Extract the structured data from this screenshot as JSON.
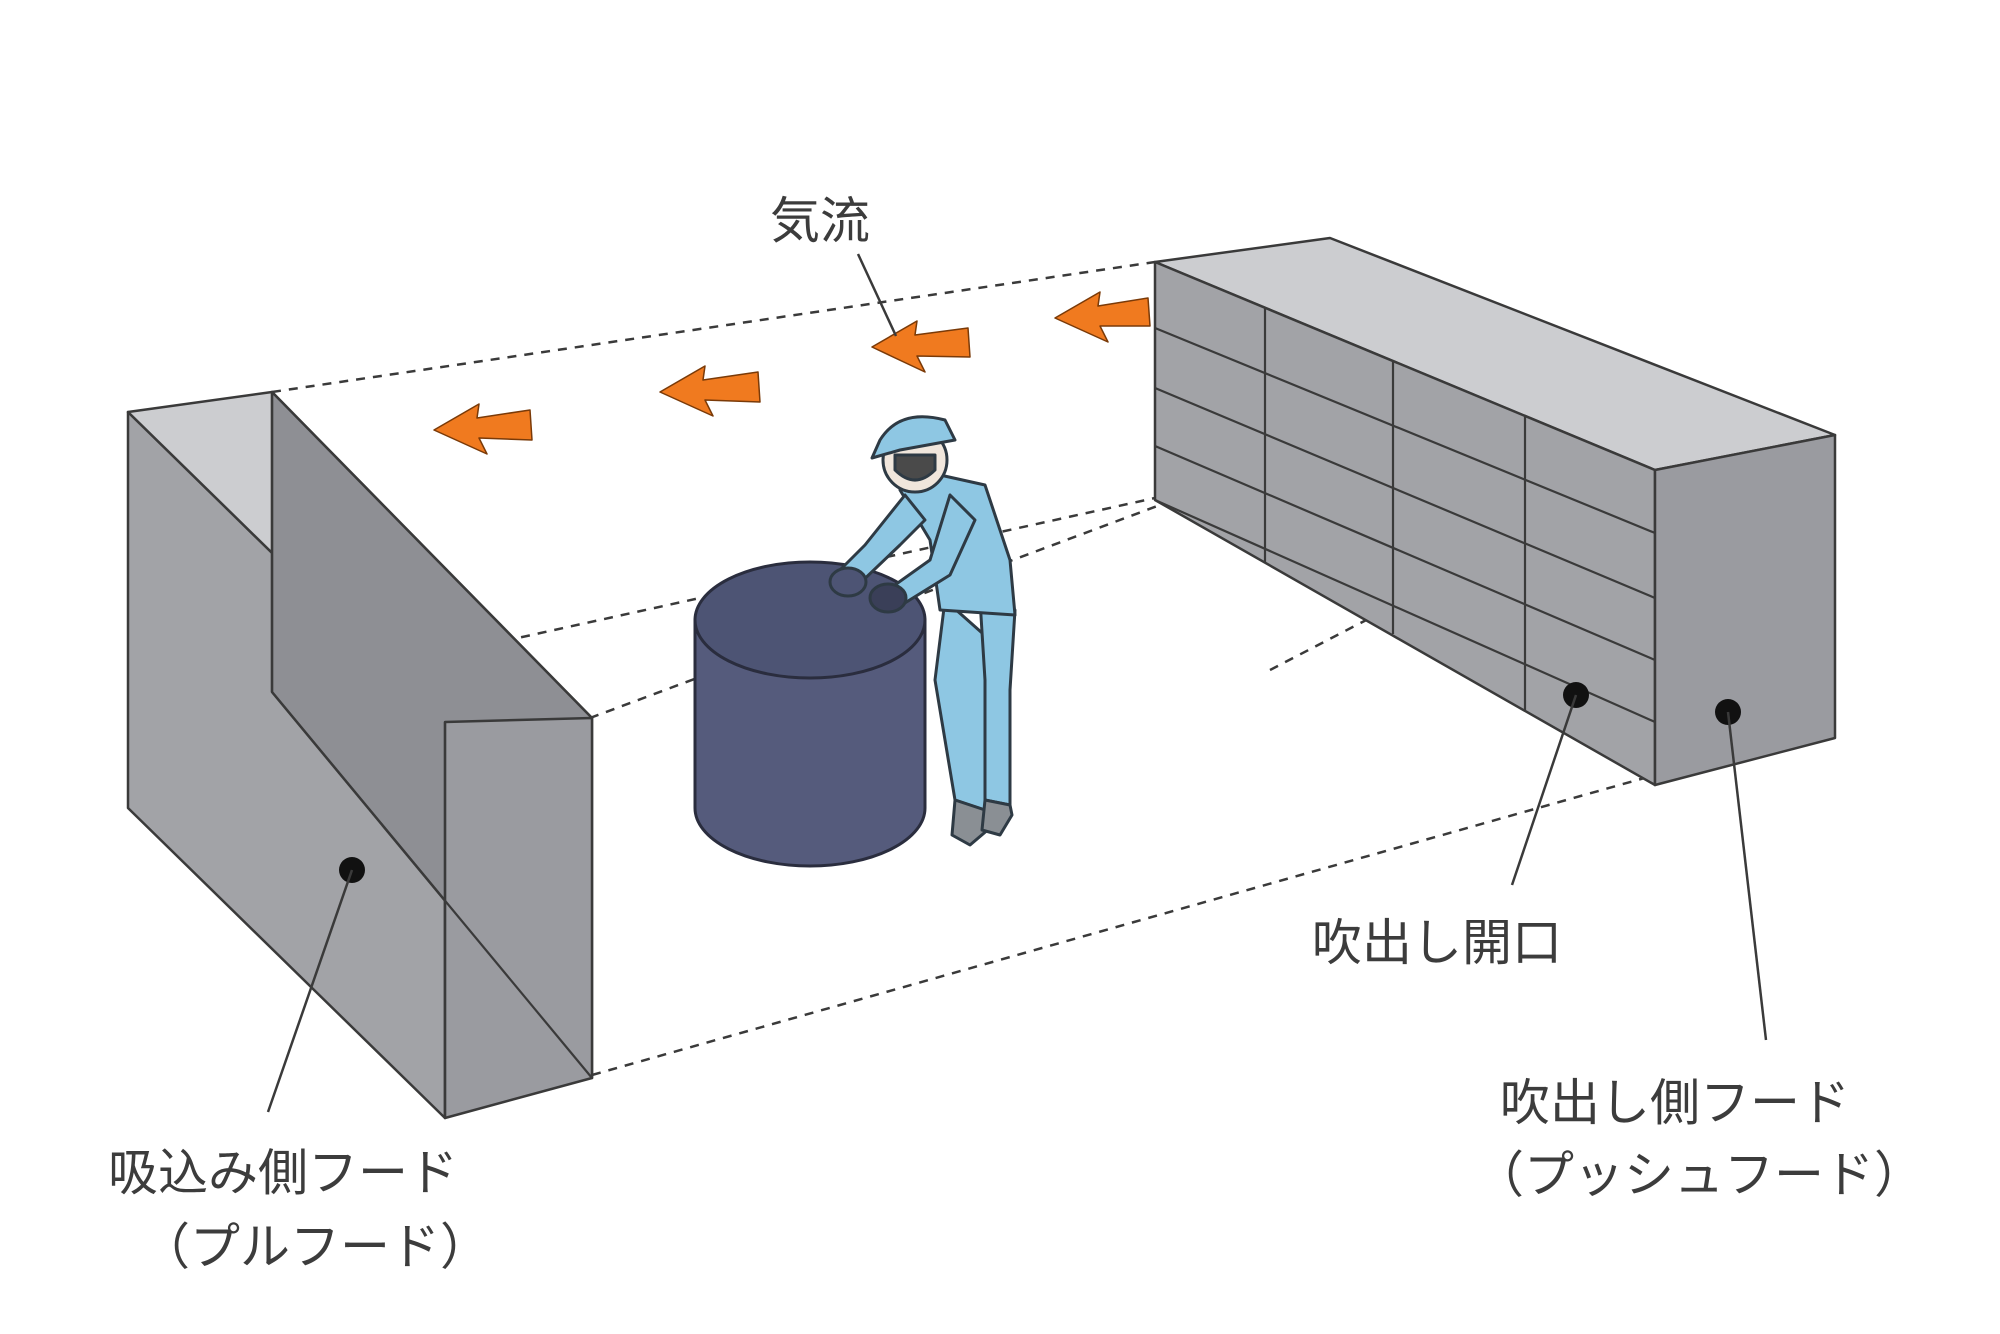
{
  "labels": {
    "airflow": "気流",
    "pull_hood_line1": "吸込み側フード",
    "pull_hood_line2": "（プルフード）",
    "outlet": "吹出し開口",
    "push_hood_line1": "吹出し側フード",
    "push_hood_line2": "（プッシュフード）"
  },
  "colors": {
    "hood_top": "#cccdd0",
    "hood_front": "#a2a3a7",
    "arrow": "#f07a1f",
    "drum": "#555b7c",
    "worker": "#8ec7e3"
  }
}
